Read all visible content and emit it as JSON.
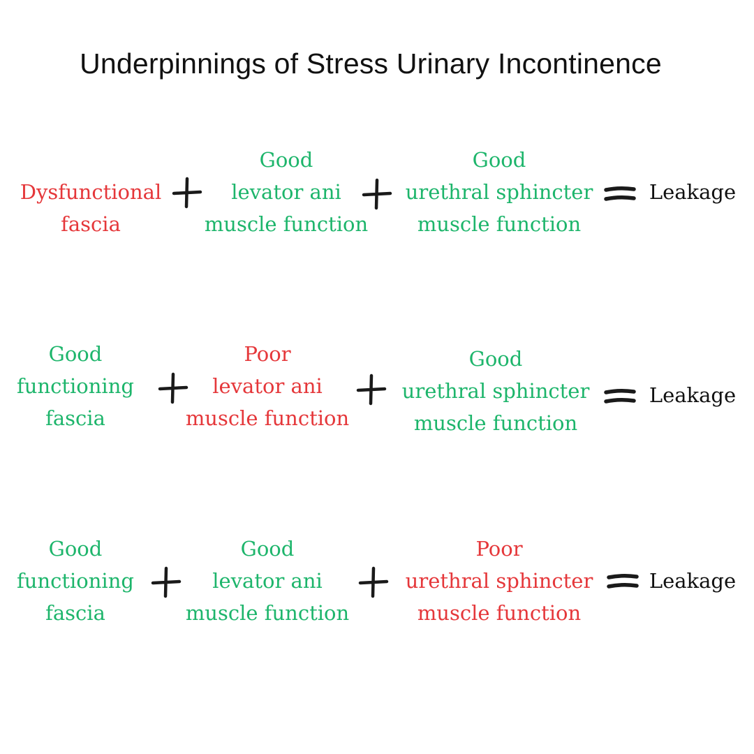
{
  "title": "Underpinnings of Stress Urinary Incontinence",
  "colors": {
    "good": "#1db56b",
    "poor": "#e5373a",
    "neutral": "#111111"
  },
  "operators": {
    "plus": "plus-icon",
    "equals": "equals-icon"
  },
  "rows": [
    {
      "fascia": {
        "status": "poor",
        "lines": [
          "Dysfunctional",
          "fascia"
        ]
      },
      "levator": {
        "status": "good",
        "lines": [
          "Good",
          "levator ani",
          "muscle function"
        ]
      },
      "sphincter": {
        "status": "good",
        "lines": [
          "Good",
          "urethral sphincter",
          "muscle function"
        ]
      },
      "result": "Leakage"
    },
    {
      "fascia": {
        "status": "good",
        "lines": [
          "Good",
          "functioning",
          "fascia"
        ]
      },
      "levator": {
        "status": "poor",
        "lines": [
          "Poor",
          "levator ani",
          "muscle function"
        ]
      },
      "sphincter": {
        "status": "good",
        "lines": [
          "Good",
          "urethral sphincter",
          "muscle function"
        ]
      },
      "result": "Leakage"
    },
    {
      "fascia": {
        "status": "good",
        "lines": [
          "Good",
          "functioning",
          "fascia"
        ]
      },
      "levator": {
        "status": "good",
        "lines": [
          "Good",
          "levator ani",
          "muscle function"
        ]
      },
      "sphincter": {
        "status": "poor",
        "lines": [
          "Poor",
          "urethral sphincter",
          "muscle function"
        ]
      },
      "result": "Leakage"
    }
  ]
}
